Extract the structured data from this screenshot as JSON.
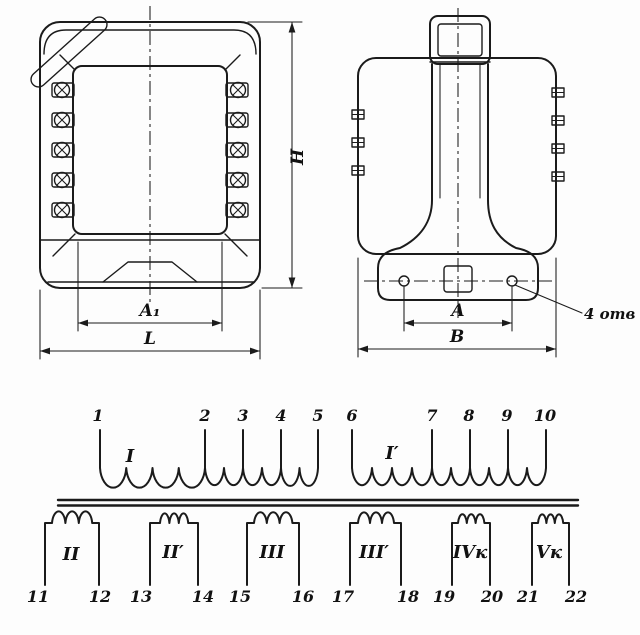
{
  "page": {
    "background": "#fdfdfd",
    "line_color": "#1b1b1b"
  },
  "drawing": {
    "dims": {
      "H": "H",
      "A1": "A₁",
      "L": "L",
      "A": "A",
      "B": "B"
    },
    "holes_note": "4 отв"
  },
  "schematic": {
    "top_terminals": [
      "1",
      "2",
      "3",
      "4",
      "5",
      "6",
      "7",
      "8",
      "9",
      "10"
    ],
    "bottom_terminals": [
      "11",
      "12",
      "13",
      "14",
      "15",
      "16",
      "17",
      "18",
      "19",
      "20",
      "21",
      "22"
    ],
    "top_windings": [
      "I",
      "I′"
    ],
    "bottom_windings": [
      "II",
      "II′",
      "III",
      "III′",
      "IVк",
      "Vк"
    ]
  }
}
